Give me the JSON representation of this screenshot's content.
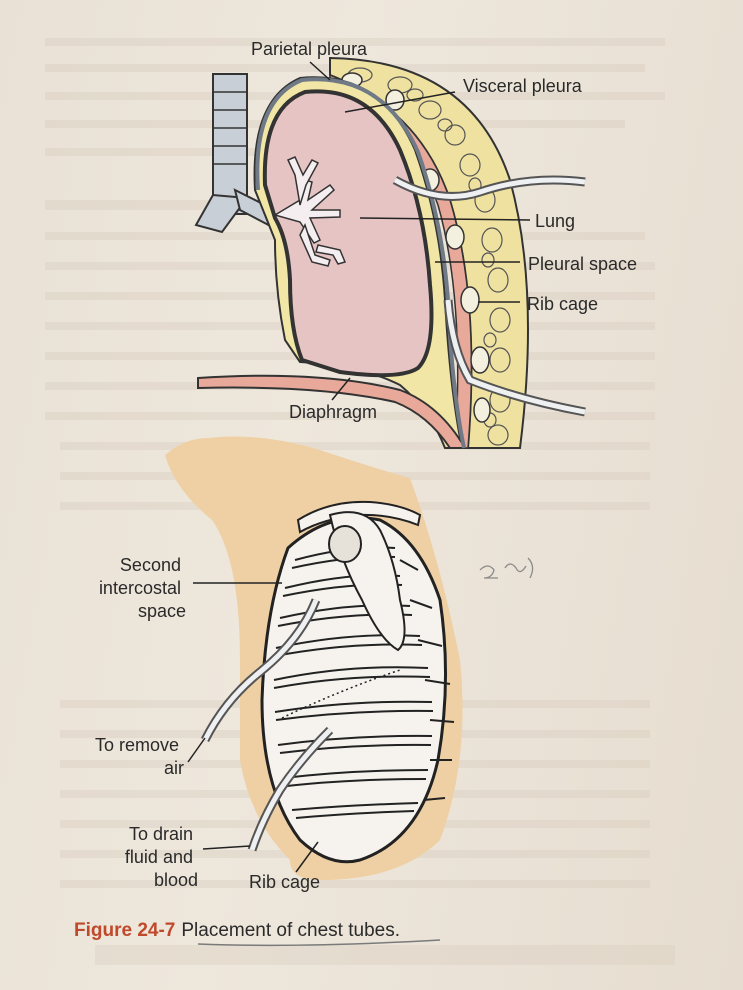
{
  "labels": {
    "parietal_pleura": "Parietal pleura",
    "visceral_pleura": "Visceral pleura",
    "lung": "Lung",
    "pleural_space": "Pleural space",
    "rib_cage_top": "Rib cage",
    "diaphragm": "Diaphragm",
    "second_intercostal": [
      "Second",
      "intercostal",
      "space"
    ],
    "to_remove_air": [
      "To remove",
      "air"
    ],
    "to_drain": [
      "To drain",
      "fluid and",
      "blood"
    ],
    "rib_cage_bottom": "Rib cage"
  },
  "caption": {
    "figure": "Figure 24-7",
    "text": "Placement of chest tubes."
  },
  "colors": {
    "lung": "#e6c4c4",
    "pleural_space": "#f1e6a6",
    "muscle": "#e8a99a",
    "fat": "#efe2a0",
    "skin": "#efd0a4",
    "caption_accent": "#c0492b"
  }
}
